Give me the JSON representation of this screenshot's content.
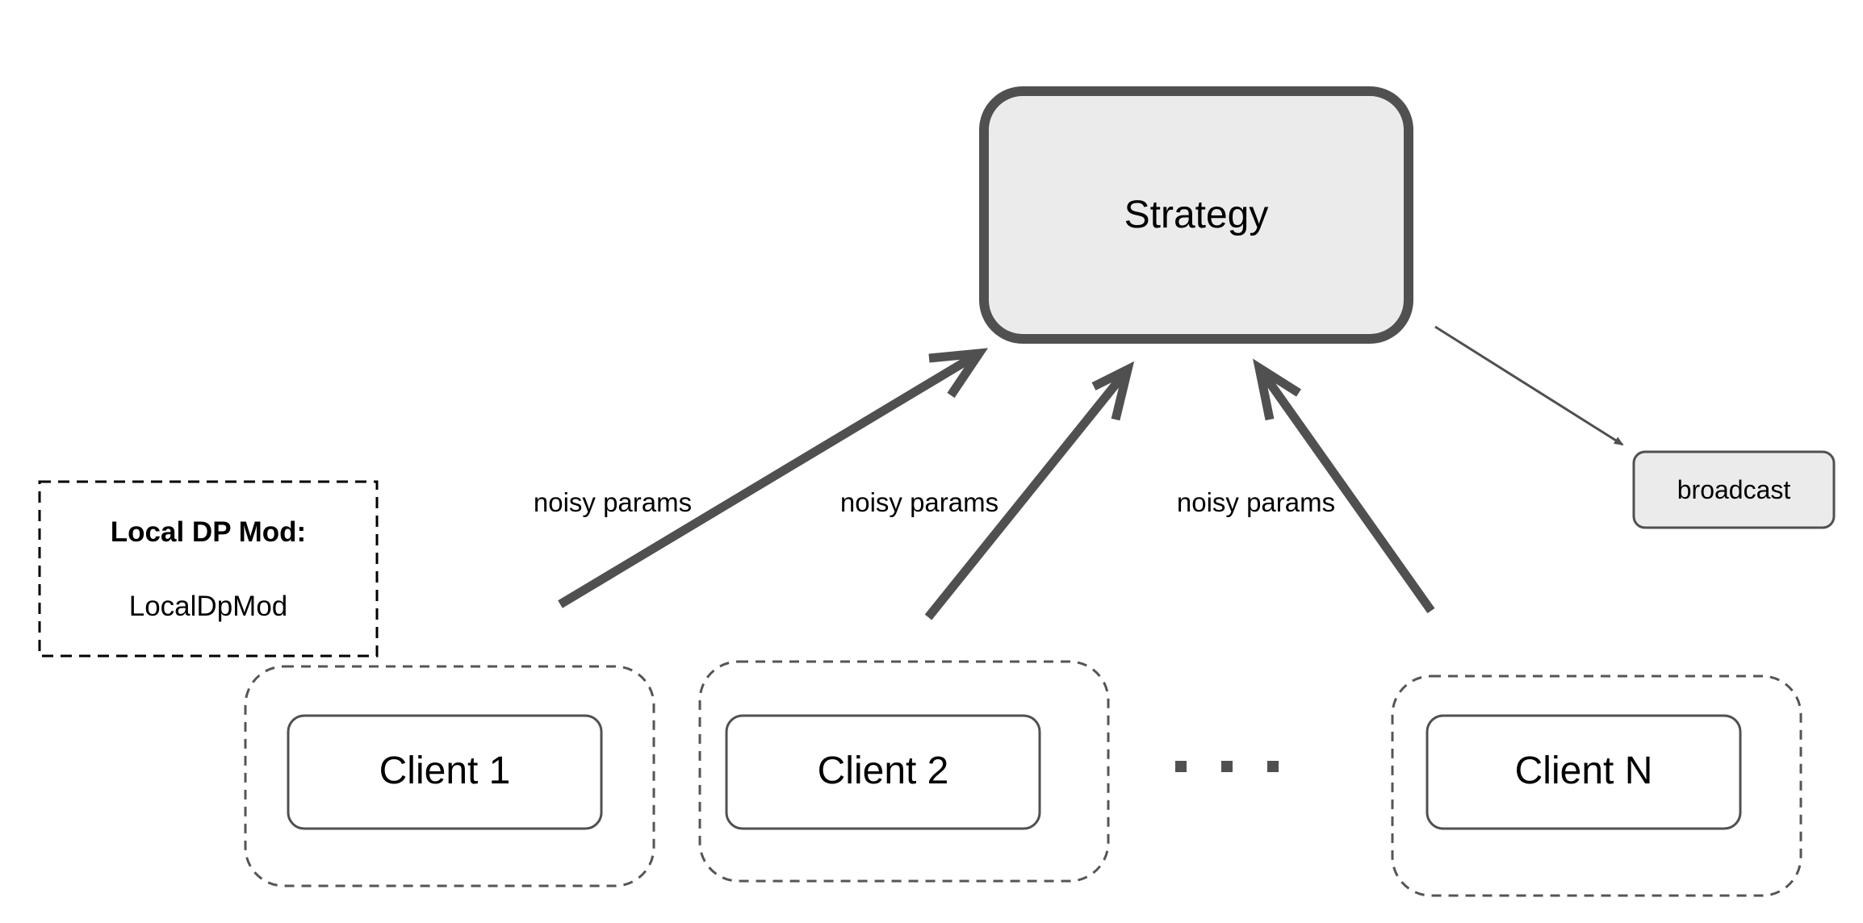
{
  "strategy": {
    "label": "Strategy"
  },
  "broadcast": {
    "label": "broadcast"
  },
  "local_dp": {
    "title": "Local DP Mod:",
    "value": "LocalDpMod"
  },
  "clients": [
    {
      "label": "Client 1"
    },
    {
      "label": "Client 2"
    },
    {
      "label": "Client N"
    }
  ],
  "edges": [
    {
      "label": "noisy params"
    },
    {
      "label": "noisy params"
    },
    {
      "label": "noisy params"
    }
  ],
  "colors": {
    "box_fill": "#ebebeb",
    "stroke_dark": "#505050",
    "dashed": "#555555"
  }
}
